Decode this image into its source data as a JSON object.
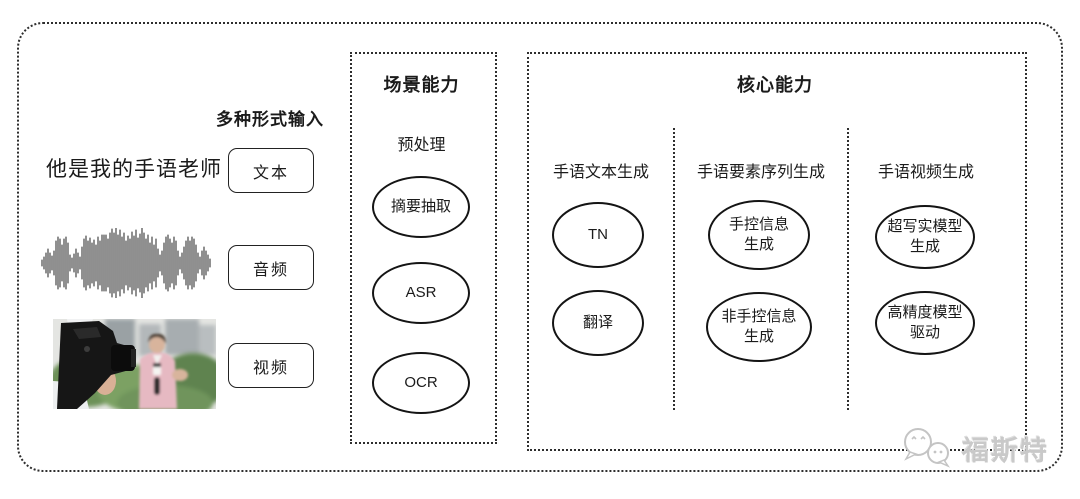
{
  "input_section": {
    "title": "多种形式输入",
    "sample_text": "他是我的手语老师",
    "items": [
      {
        "label": "文本"
      },
      {
        "label": "音频"
      },
      {
        "label": "视频"
      }
    ]
  },
  "scene_box": {
    "title": "场景能力",
    "subtitle": "预处理",
    "nodes": [
      {
        "label": "摘要抽取"
      },
      {
        "label": "ASR"
      },
      {
        "label": "OCR"
      }
    ]
  },
  "core_box": {
    "title": "核心能力",
    "columns": [
      {
        "header": "手语文本生成",
        "nodes": [
          {
            "label": "TN"
          },
          {
            "label": "翻译"
          }
        ]
      },
      {
        "header": "手语要素序列生成",
        "nodes": [
          {
            "label": "手控信息\n生成"
          },
          {
            "label": "非手控信息\n生成"
          }
        ]
      },
      {
        "header": "手语视频生成",
        "nodes": [
          {
            "label": "超写实模型\n生成"
          },
          {
            "label": "高精度模型\n驱动"
          }
        ]
      }
    ]
  },
  "watermark": {
    "text": "福斯特",
    "icon": "chat-bubbles-icon",
    "color": "#c9c9c9"
  },
  "colors": {
    "frame_border": "#2e2e2e",
    "node_border": "#141414",
    "text": "#1b1b1b",
    "waveform": "#343434"
  },
  "waveform": {
    "amplitudes": [
      3,
      6,
      10,
      14,
      10,
      7,
      12,
      22,
      26,
      24,
      18,
      24,
      26,
      20,
      8,
      5,
      9,
      14,
      10,
      6,
      16,
      24,
      27,
      22,
      25,
      20,
      23,
      18,
      26,
      22,
      28,
      28,
      28,
      24,
      30,
      34,
      30,
      35,
      28,
      33,
      26,
      30,
      22,
      27,
      24,
      31,
      27,
      33,
      25,
      29,
      35,
      30,
      24,
      28,
      20,
      26,
      18,
      24,
      14,
      8,
      12,
      20,
      26,
      28,
      24,
      20,
      26,
      22,
      12,
      6,
      10,
      16,
      22,
      26,
      22,
      26,
      24,
      18,
      10,
      6,
      12,
      16,
      12,
      8,
      4
    ]
  }
}
